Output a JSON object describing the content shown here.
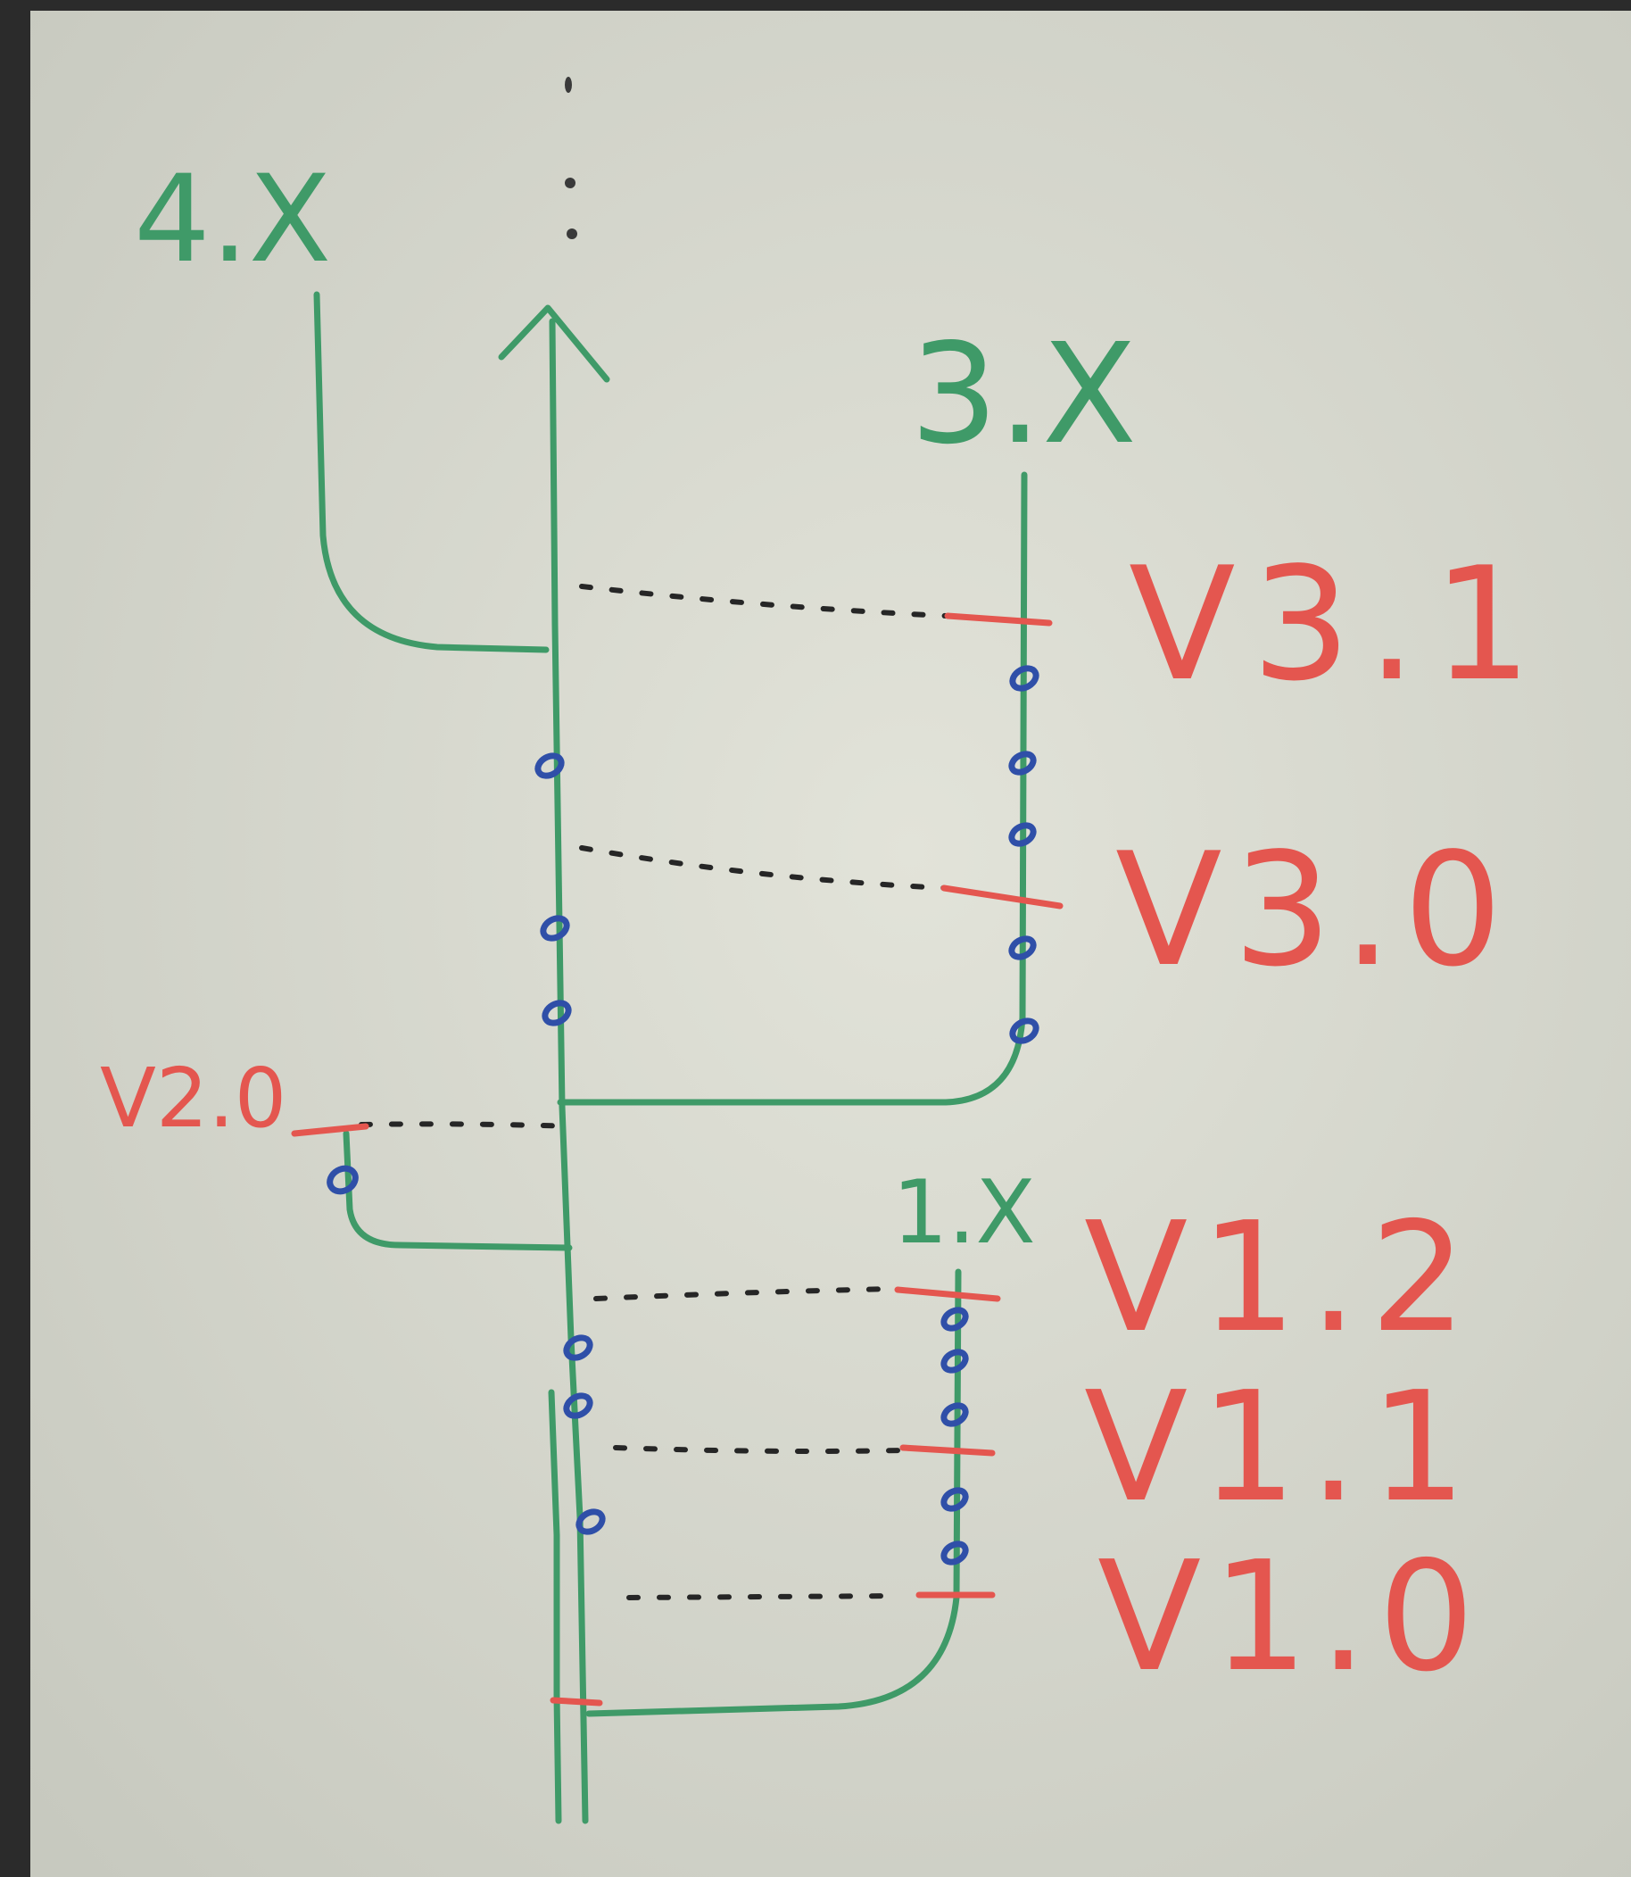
{
  "diagram": {
    "branches": [
      {
        "id": "b4",
        "label": "4.X"
      },
      {
        "id": "b3",
        "label": "3.X"
      },
      {
        "id": "b1",
        "label": "1.X"
      }
    ],
    "versions": [
      {
        "id": "v31",
        "label": "V3.1"
      },
      {
        "id": "v30",
        "label": "V3.0"
      },
      {
        "id": "v20",
        "label": "V2.0"
      },
      {
        "id": "v12",
        "label": "V1.2"
      },
      {
        "id": "v11",
        "label": "V1.1"
      },
      {
        "id": "v10",
        "label": "V1.0"
      }
    ],
    "colors": {
      "branch": "#3f9a68",
      "version": "#e4564f",
      "commit": "#2f4fa8",
      "sync": "#262626",
      "board": "#d8d8ce",
      "frame": "#2b2b2b"
    }
  }
}
